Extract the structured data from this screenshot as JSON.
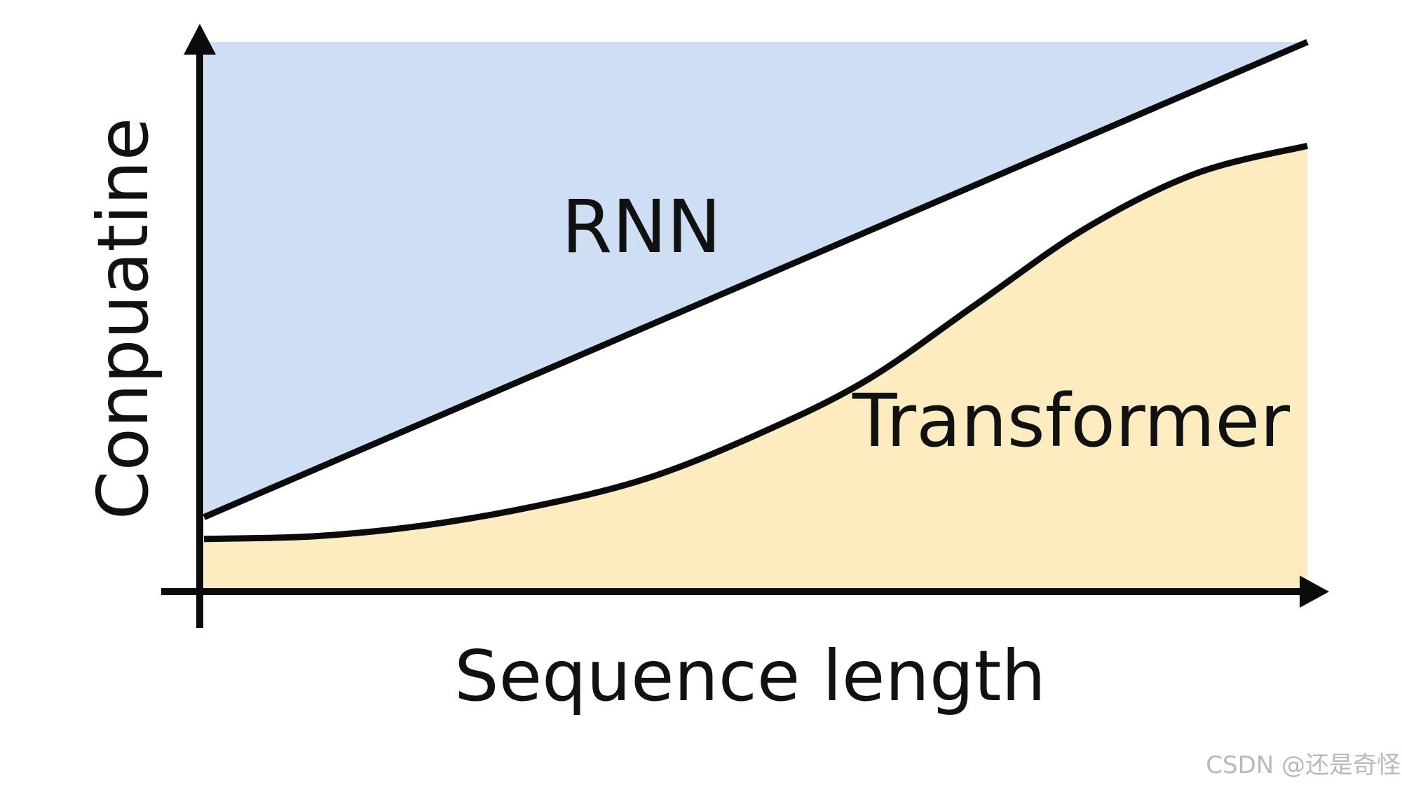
{
  "chart_data": {
    "type": "area",
    "title": "",
    "xlabel": "Sequence length",
    "ylabel": "Conpuatine",
    "xlim": [
      0,
      1
    ],
    "ylim": [
      0,
      1
    ],
    "grid": false,
    "legend": "none",
    "series": [
      {
        "name": "RNN",
        "color": "#cddef5",
        "x": [
          0,
          1
        ],
        "y": [
          0.13,
          1.0
        ]
      },
      {
        "name": "Transformer",
        "color": "#fcecc0",
        "x": [
          0,
          0.1,
          0.2,
          0.3,
          0.4,
          0.5,
          0.6,
          0.7,
          0.8,
          0.9,
          1.0
        ],
        "y": [
          0.09,
          0.095,
          0.115,
          0.15,
          0.2,
          0.28,
          0.38,
          0.52,
          0.66,
          0.76,
          0.81
        ]
      }
    ]
  },
  "watermark": "CSDN @还是奇怪"
}
